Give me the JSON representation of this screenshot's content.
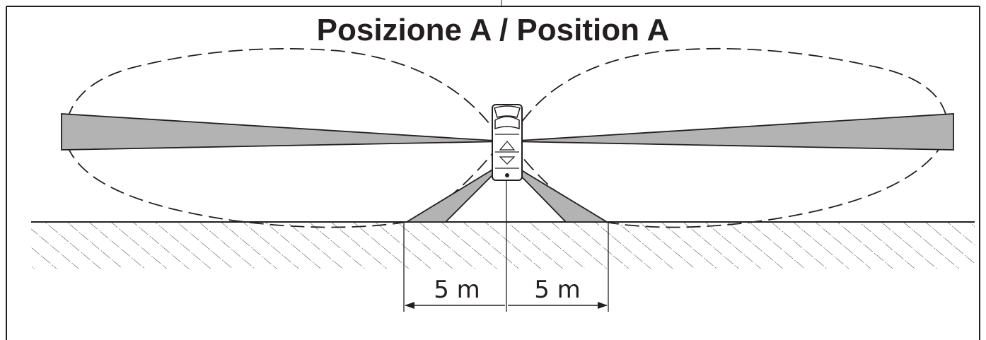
{
  "title": "Posizione A / Position A",
  "dimensions": {
    "left_label": "5 m",
    "right_label": "5 m"
  },
  "colors": {
    "ink": "#231f20",
    "beam_fill": "#b3b3b3",
    "frame": "#231f20",
    "background": "#ffffff"
  },
  "icons": [
    "sensor-icon",
    "arrow-left-icon",
    "arrow-right-icon"
  ]
}
